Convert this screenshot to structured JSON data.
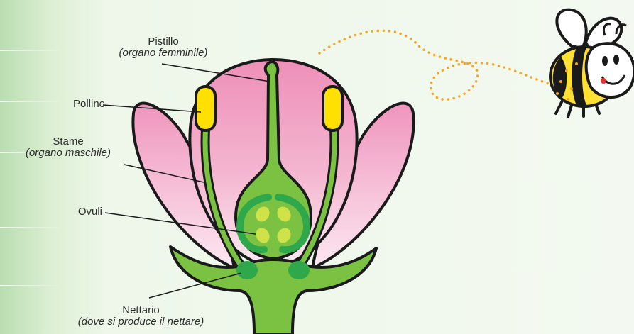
{
  "labels": {
    "pistil": {
      "title": "Pistillo",
      "subtitle": "(organo femminile)"
    },
    "pollen": {
      "title": "Polline"
    },
    "stamen": {
      "title": "Stame",
      "subtitle": "(organo maschile)"
    },
    "ovules": {
      "title": "Ovuli"
    },
    "nectary": {
      "title": "Nettario",
      "subtitle": "(dove si produce il nettare)"
    }
  },
  "colors": {
    "petal_pink": "#ee8fb8",
    "petal_light": "#fbe3ee",
    "stem_green": "#7cc242",
    "dark_green": "#2ea84a",
    "pollen_yellow": "#ffe000",
    "bee_yellow": "#ffe033",
    "flight_path": "#f5a623"
  }
}
